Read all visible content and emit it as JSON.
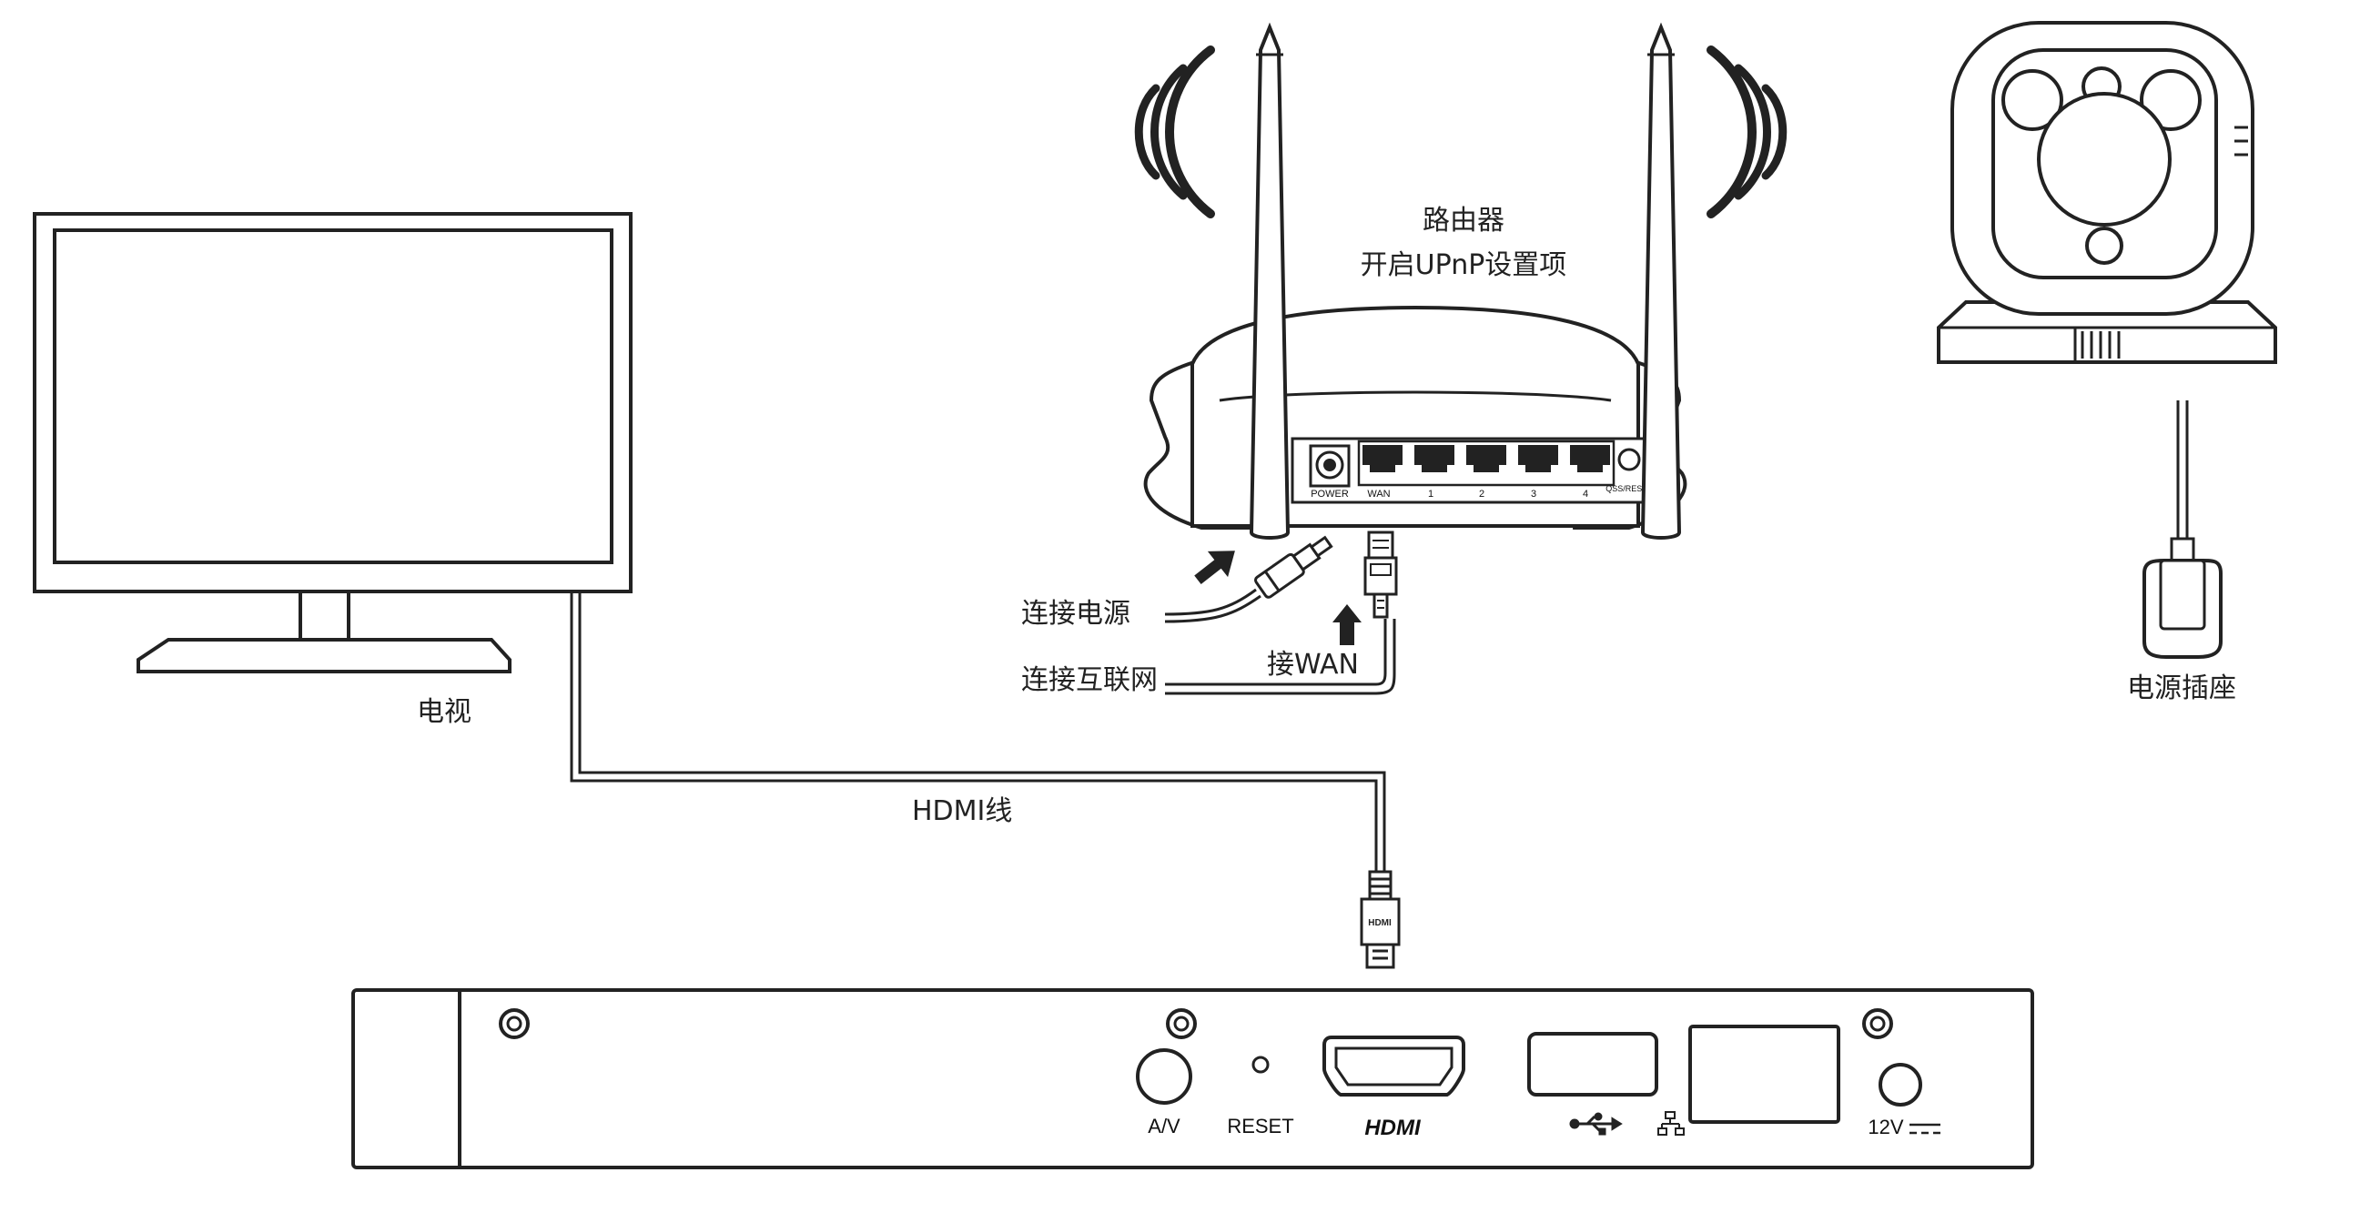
{
  "labels": {
    "tv": "电视",
    "router_title": "路由器",
    "router_subtitle": "开启UPnP设置项",
    "connect_power": "连接电源",
    "connect_internet": "连接互联网",
    "wan_arrow": "接WAN",
    "hdmi_cable": "HDMI线",
    "power_socket": "电源插座"
  },
  "router_ports": {
    "power": "POWER",
    "wan": "WAN",
    "lan": [
      "1",
      "2",
      "3",
      "4"
    ],
    "qss_reset": "QSS/RESET"
  },
  "box_panel": {
    "av": "A/V",
    "reset": "RESET",
    "hdmi": "HDMI",
    "usb_icon": "usb-icon",
    "lan_icon": "network-icon",
    "dc": "12V"
  },
  "hdmi_plug_text": "HDMI",
  "colors": {
    "stroke": "#222222",
    "fill": "#ffffff",
    "text": "#222222"
  }
}
